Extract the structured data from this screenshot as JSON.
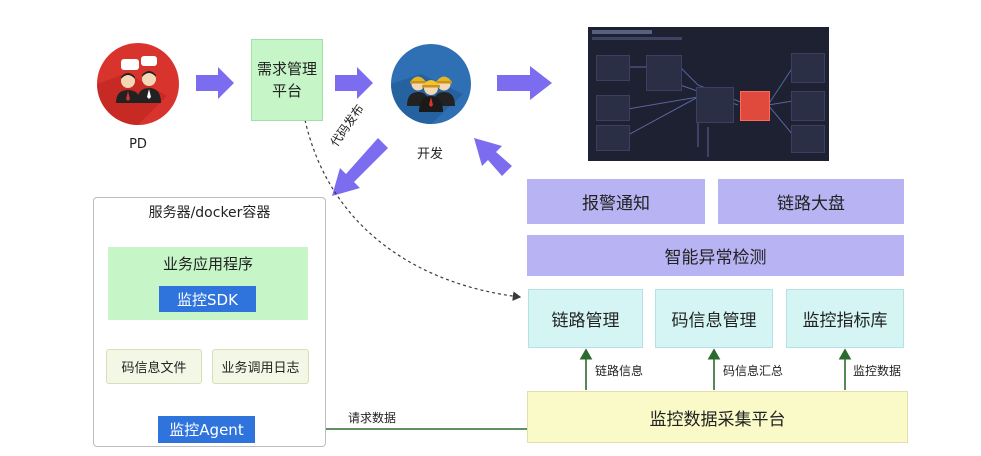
{
  "actors": {
    "pd_label": "PD",
    "dev_label": "开发"
  },
  "boxes": {
    "demand_line1": "需求管理",
    "demand_line2": "平台",
    "server_title": "服务器/docker容器",
    "app_title": "业务应用程序",
    "sdk": "监控SDK",
    "code_file": "码信息文件",
    "call_log": "业务调用日志",
    "agent": "监控Agent",
    "alarm": "报警通知",
    "dashboard": "链路大盘",
    "anomaly": "智能异常检测",
    "trace_mgmt": "链路管理",
    "code_mgmt": "码信息管理",
    "metrics_lib": "监控指标库",
    "collector": "监控数据采集平台"
  },
  "edge_labels": {
    "code_release": "代码发布",
    "trace_info": "链路信息",
    "code_summary": "码信息汇总",
    "monitor_data": "监控数据",
    "request_data": "请求数据"
  },
  "colors": {
    "arrow_purple": "#7b6cf0",
    "arrow_green": "#2d6b2d",
    "box_purple": "#b8b3f2",
    "box_teal": "#d5f5f5",
    "box_yellow": "#fafac9",
    "box_green": "#c6f5c7",
    "box_blue": "#2f74dc",
    "red_circle": "#d9332e",
    "blue_circle": "#2f6fb3"
  }
}
